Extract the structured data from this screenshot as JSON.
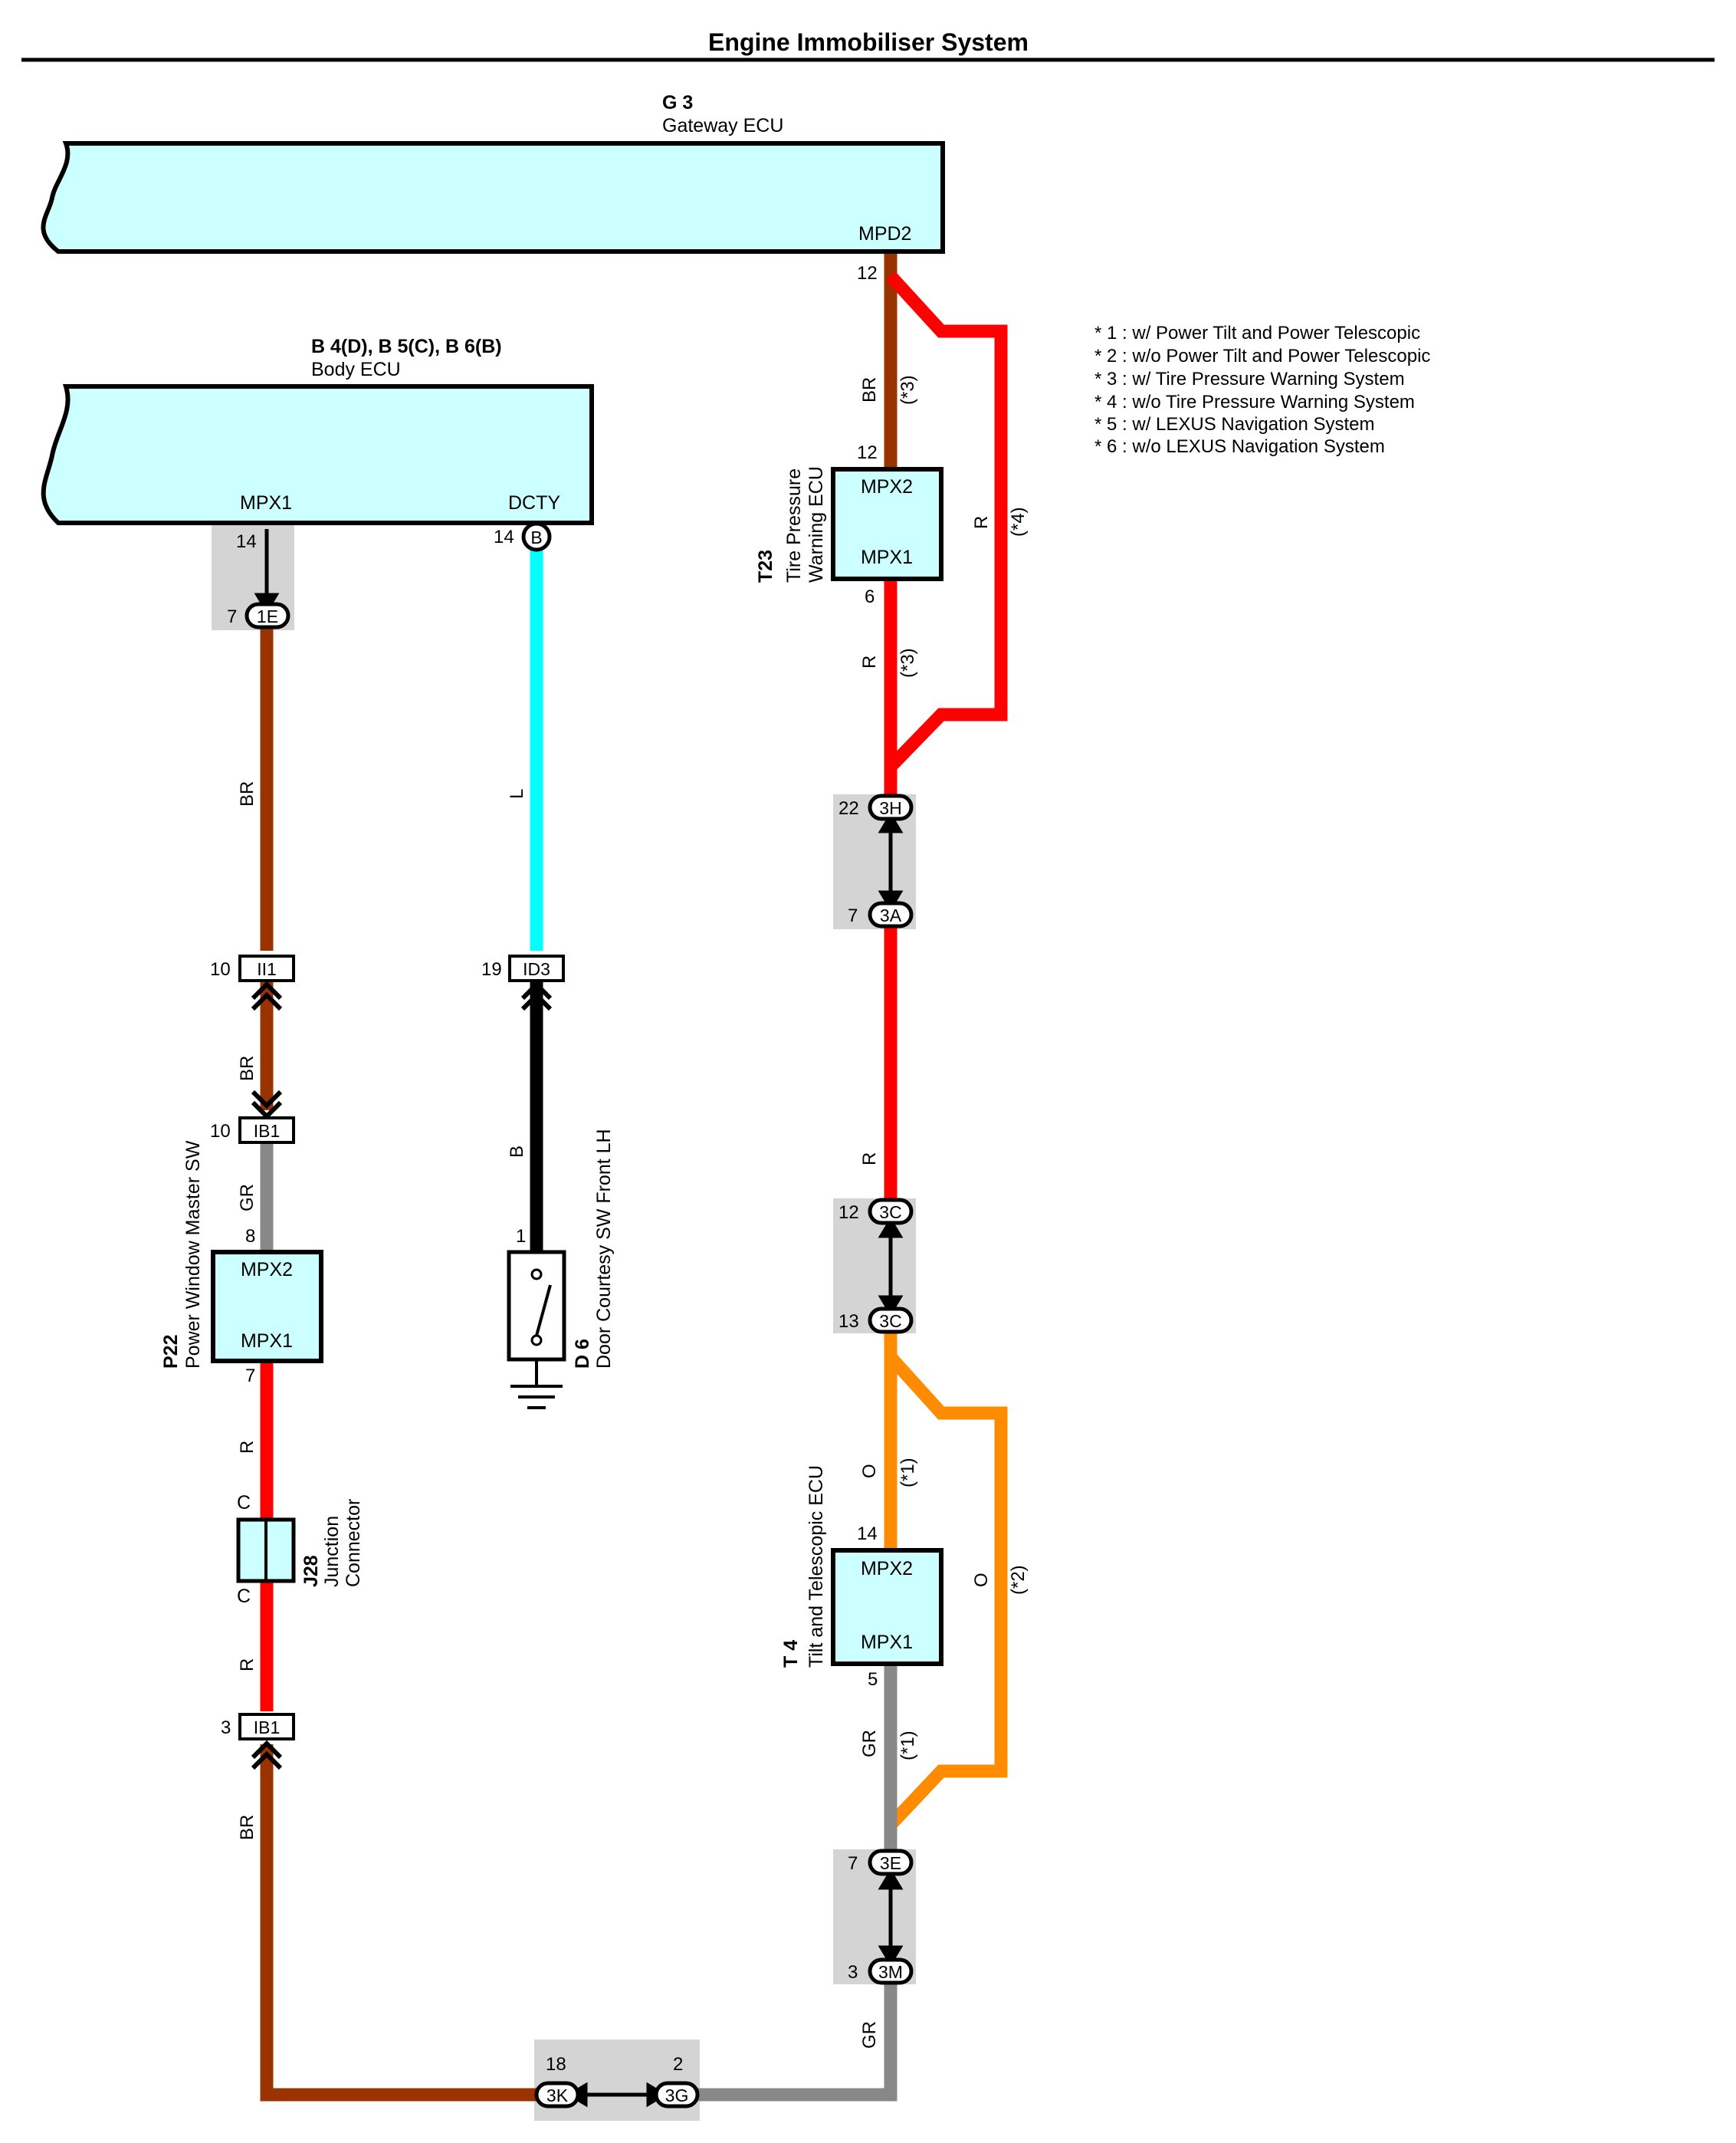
{
  "title": "Engine Immobiliser System",
  "colors": {
    "ecu_fill": "#ccffff",
    "BR": "#993300",
    "R": "#ff0000",
    "L": "#00ffff",
    "B": "#000000",
    "GR": "#888888",
    "O": "#ff8c00",
    "splice_shade": "#d4d4d4"
  },
  "components": {
    "gateway": {
      "code": "G 3",
      "name": "Gateway ECU",
      "terminal": "MPD2"
    },
    "body": {
      "code": "B 4(D), B 5(C), B 6(B)",
      "name": "Body ECU",
      "terminal_mpx1": "MPX1",
      "terminal_dcty": "DCTY"
    },
    "tpws": {
      "code": "T23",
      "name_line1": "Tire Pressure",
      "name_line2": "Warning ECU",
      "top": "MPX2",
      "bottom": "MPX1"
    },
    "tilt": {
      "code": "T 4",
      "name": "Tilt and Telescopic ECU",
      "top": "MPX2",
      "bottom": "MPX1"
    },
    "pwm": {
      "code": "P22",
      "name": "Power Window Master SW",
      "top": "MPX2",
      "bottom": "MPX1"
    },
    "door": {
      "code": "D 6",
      "name": "Door Courtesy SW Front LH"
    },
    "junction": {
      "code": "J28",
      "name_line1": "Junction",
      "name_line2": "Connector",
      "pin_label": "C"
    }
  },
  "connectors": {
    "1E": "1E",
    "B": "B",
    "II1": "II1",
    "IB1": "IB1",
    "ID3": "ID3",
    "3H": "3H",
    "3A": "3A",
    "3C": "3C",
    "3E": "3E",
    "3M": "3M",
    "3K": "3K",
    "3G": "3G"
  },
  "pins": {
    "g3_12": "12",
    "t23_12": "12",
    "t23_6": "6",
    "b_14a": "14",
    "b_14b": "14",
    "c1e_7": "7",
    "ii1_10": "10",
    "ib1_10": "10",
    "p22_8": "8",
    "p22_7": "7",
    "ib1_3": "3",
    "id3_19": "19",
    "d6_1": "1",
    "c3h_22": "22",
    "c3a_7": "7",
    "c3c_12": "12",
    "c3c_13": "13",
    "t4_14": "14",
    "t4_5": "5",
    "c3e_7": "7",
    "c3m_3": "3",
    "c3k_18": "18",
    "c3g_2": "2"
  },
  "wires": {
    "br": "BR",
    "r": "R",
    "l": "L",
    "b": "B",
    "gr": "GR",
    "o": "O",
    "n1": "(*1)",
    "n2": "(*2)",
    "n3": "(*3)",
    "n4": "(*4)"
  },
  "notes": [
    "* 1 : w/ Power Tilt and Power Telescopic",
    "* 2 : w/o Power Tilt and Power Telescopic",
    "* 3 : w/ Tire Pressure Warning System",
    "* 4 : w/o Tire Pressure Warning System",
    "* 5 : w/ LEXUS Navigation System",
    "* 6 : w/o LEXUS Navigation System"
  ]
}
